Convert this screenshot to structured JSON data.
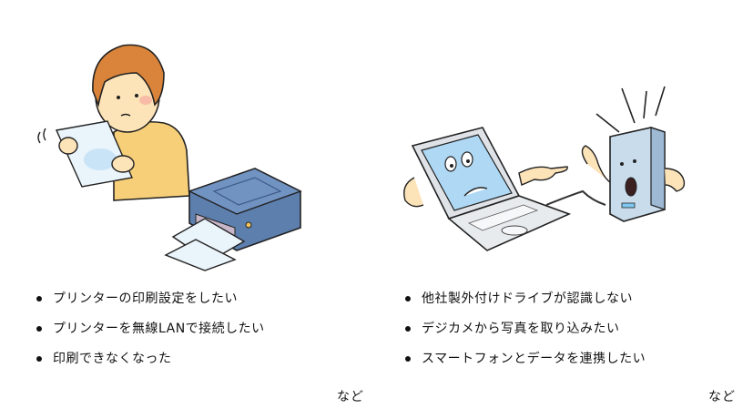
{
  "left_panel": {
    "illustration": "woman-looking-at-printed-paper-near-printer",
    "items": [
      {
        "label": "プリンターの印刷設定をしたい"
      },
      {
        "label": "プリンターを無線LANで接続したい"
      },
      {
        "label": "印刷できなくなった"
      }
    ],
    "etc_label": "など"
  },
  "right_panel": {
    "illustration": "laptop-pointing-at-confused-external-drive",
    "items": [
      {
        "label": "他社製外付けドライブが認識しない"
      },
      {
        "label": "デジカメから写真を取り込みたい"
      },
      {
        "label": "スマートフォンとデータを連携したい"
      }
    ],
    "etc_label": "など"
  },
  "colors": {
    "skin": "#fde3b8",
    "hair": "#d9843a",
    "sweater": "#f7cf79",
    "printer": "#5d7fae",
    "screen": "#aed8f4",
    "paper": "#eaf4fb",
    "drive": "#c9dcec",
    "outline": "#222222"
  }
}
